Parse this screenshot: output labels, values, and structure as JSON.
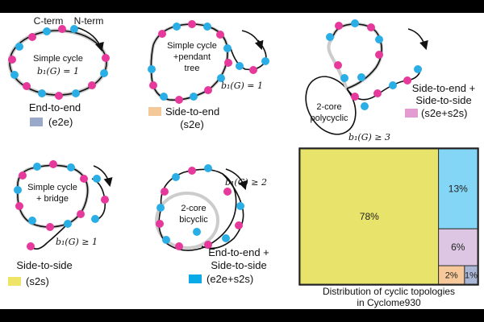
{
  "colors": {
    "c_term": "#e6399b",
    "n_term": "#29aee6",
    "e2e": "#9aa9c9",
    "s2e": "#f3c99a",
    "s2s": "#eee566",
    "e2e_s2s": "#0aa9e8",
    "s2e_s2s": "#e39bd0",
    "tm_s2s": "#e8e36a",
    "tm_e2e_s2s": "#83d6f5",
    "tm_s2e_s2s": "#dcc6e3",
    "tm_s2e": "#f7c99a",
    "tm_e2e": "#a9b6d6"
  },
  "labels": {
    "c_term": "C-term",
    "n_term": "N-term",
    "p1_inner_1": "Simple cycle",
    "p1_formula": "b₁(G) = 1",
    "p1_type": "End-to-end",
    "p1_code": "(e2e)",
    "p2_inner_1": "Simple cycle",
    "p2_inner_2": "+pendant",
    "p2_inner_3": "tree",
    "p2_formula": "b₁(G) = 1",
    "p2_type": "Side-to-end",
    "p2_code": "(s2e)",
    "p3_inner_1": "2-core",
    "p3_inner_2": "polycyclic",
    "p3_formula": "b₁(G) ≥ 3",
    "p3_type_1": "Side-to-end +",
    "p3_type_2": "Side-to-side",
    "p3_code": "(s2e+s2s)",
    "p4_inner_1": "Simple cycle",
    "p4_inner_2": "+ bridge",
    "p4_formula": "b₁(G) ≥ 1",
    "p4_type": "Side-to-side",
    "p4_code": "(s2s)",
    "p5_inner_1": "2-core",
    "p5_inner_2": "bicyclic",
    "p5_formula": "b₁(G) ≥ 2",
    "p5_type_1": "End-to-end +",
    "p5_type_2": "Side-to-side",
    "p5_code": "(e2e+s2s)",
    "treemap_caption_1": "Distribution of cyclic topologies",
    "treemap_caption_2": "in Cyclome930"
  },
  "treemap": {
    "cells": [
      {
        "name": "s2s",
        "label": "78%",
        "value": 78
      },
      {
        "name": "e2e+s2s",
        "label": "13%",
        "value": 13
      },
      {
        "name": "s2e+s2s",
        "label": "6%",
        "value": 6
      },
      {
        "name": "s2e",
        "label": "2%",
        "value": 2
      },
      {
        "name": "e2e",
        "label": "1%",
        "value": 1
      }
    ]
  }
}
